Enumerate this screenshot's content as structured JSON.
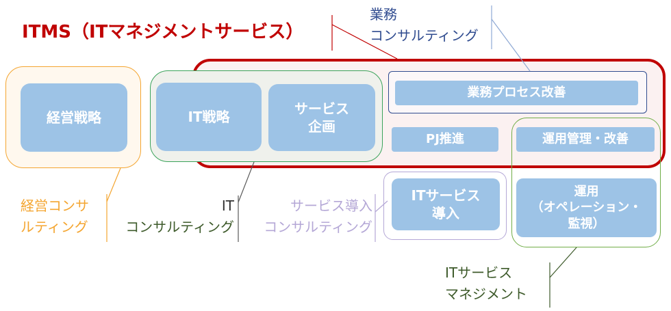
{
  "title": "ITMS（ITマネジメントサービス）",
  "boxes": {
    "keiei_senryaku": "経営戦略",
    "it_senryaku": "IT戦略",
    "service_kikaku_1": "サービス",
    "service_kikaku_2": "企画",
    "gyomu_process": "業務プロセス改善",
    "pj_suishin": "PJ推進",
    "unyo_kanri": "運用管理・改善",
    "it_service_donyu_1": "ITサービス",
    "it_service_donyu_2": "導入",
    "unyo_1": "運用",
    "unyo_2": "（オペレーション・",
    "unyo_3": "監視）"
  },
  "labels": {
    "gyomu_consulting_1": "業務",
    "gyomu_consulting_2": "コンサルティング",
    "keiei_consulting_1": "経営コンサ",
    "keiei_consulting_2": "ルティング",
    "it_consulting_1": "IT",
    "it_consulting_2": "コンサルティング",
    "service_donyu_consulting_1": "サービス導入",
    "service_donyu_consulting_2": "コンサルティング",
    "itsm_1": "ITサービス",
    "itsm_2": "マネジメント"
  },
  "colors": {
    "itms_red": "#c00000",
    "keiei_orange": "#f4a530",
    "it_green": "#3aa35a",
    "gyomu_navy": "#2f4b8f",
    "donyu_lavender": "#b4a7d6",
    "itsm_olive": "#70ad47",
    "box_blue": "#9dc3e6"
  }
}
